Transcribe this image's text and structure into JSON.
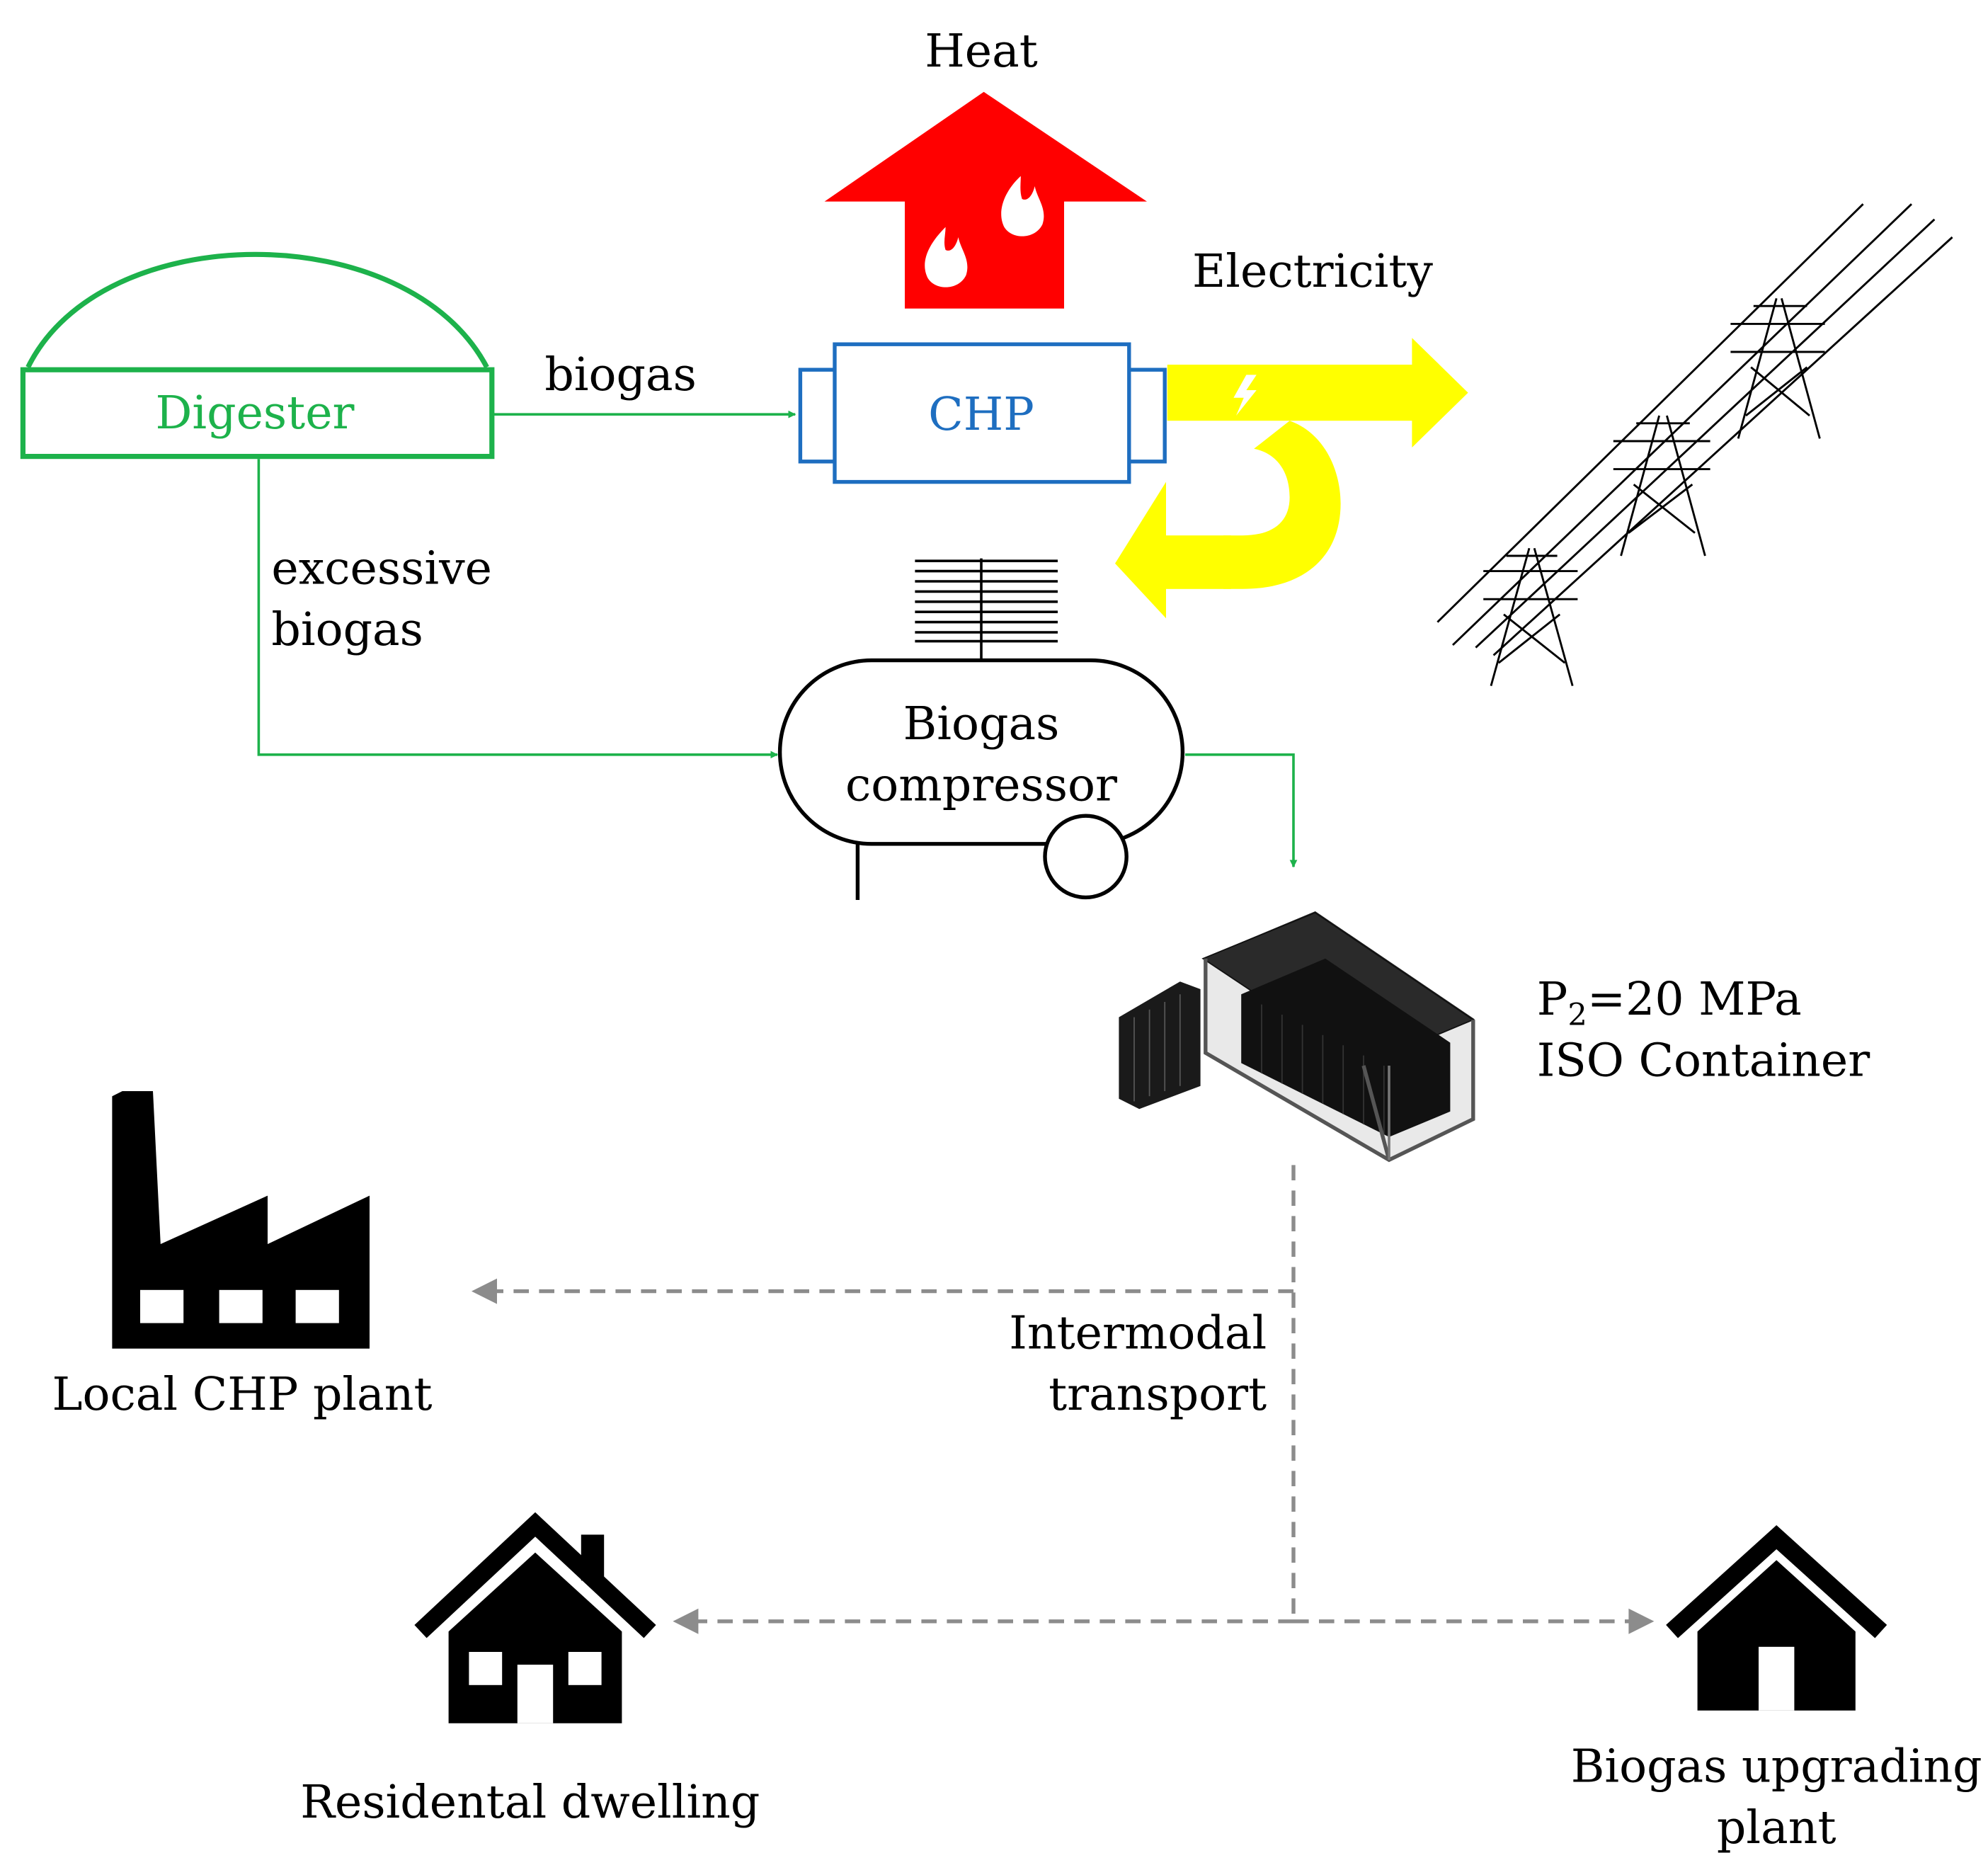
{
  "labels": {
    "heat": "Heat",
    "electricity": "Electricity",
    "biogas": "biogas",
    "digester": "Digester",
    "chp": "CHP",
    "excessive_line1": "excessive",
    "excessive_line2": "biogas",
    "compressor_line1": "Biogas",
    "compressor_line2": "compressor",
    "pressure_prefix": "P",
    "pressure_sub": "2",
    "pressure_rest": "=20 MPa",
    "container": "ISO Container",
    "transport_line1": "Intermodal",
    "transport_line2": "transport",
    "local_chp": "Local CHP plant",
    "dwelling": "Residental dwelling",
    "upgrading_line1": "Biogas upgrading",
    "upgrading_line2": "plant"
  },
  "colors": {
    "green": "#1DB24B",
    "blue": "#1E6EC0",
    "red": "#FF0000",
    "yellow": "#FFFF00",
    "dashed": "#8C8C8C",
    "black": "#000000"
  },
  "icons": {
    "heat": "heat-arrow-icon",
    "electricity": "electricity-arrow-icon",
    "pylon": "power-pylon-icon",
    "factory": "factory-icon",
    "house": "house-icon",
    "container": "iso-container-icon",
    "compressor": "compressor-icon"
  }
}
